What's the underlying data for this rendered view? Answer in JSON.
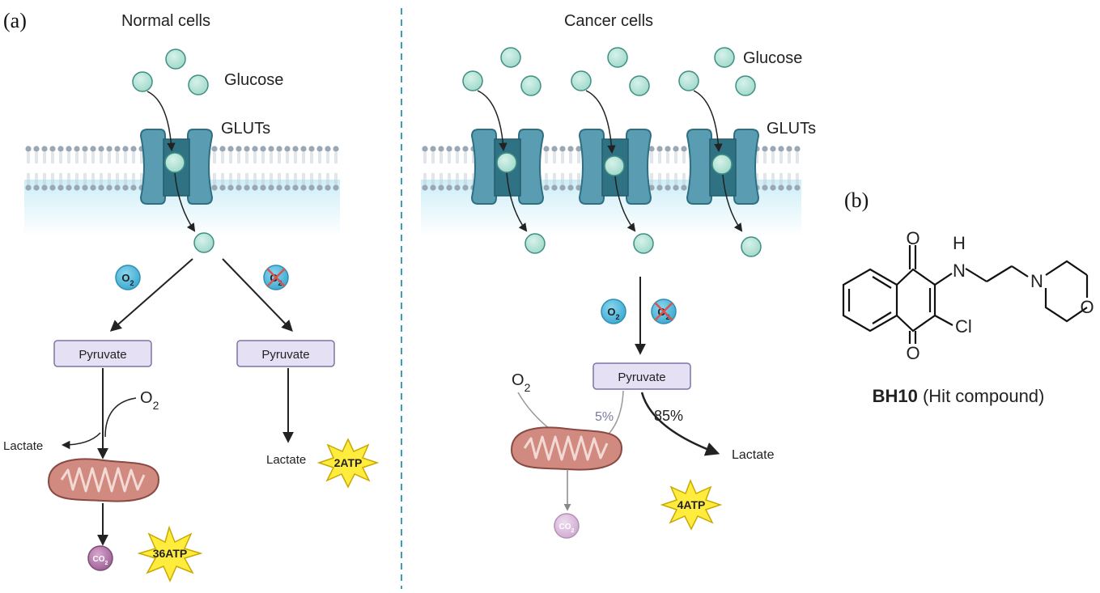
{
  "panel_a": {
    "label": "(a)",
    "normal": {
      "title": "Normal cells",
      "glucose": "Glucose",
      "gluts": "GLUTs",
      "o2_badge": "O2",
      "no_o2_badge": "O2",
      "pyruvate_aerobic": "Pyruvate",
      "pyruvate_anaerobic": "Pyruvate",
      "o2_label": "O2",
      "lactate_aerobic": "Lactate",
      "lactate_anaerobic": "Lactate",
      "co2": "CO2",
      "atp_aerobic": "36ATP",
      "atp_anaerobic": "2ATP"
    },
    "cancer": {
      "title": "Cancer cells",
      "glucose": "Glucose",
      "gluts": "GLUTs",
      "o2_badge": "O2",
      "no_o2_badge": "O2",
      "pyruvate": "Pyruvate",
      "o2_label": "O2",
      "pct_mito": "5%",
      "pct_lactate": "85%",
      "lactate": "Lactate",
      "co2": "CO2",
      "atp": "4ATP"
    }
  },
  "panel_b": {
    "label": "(b)",
    "compound_bold": "BH10",
    "compound_rest": " (Hit compound)",
    "atoms": {
      "o_top": "O",
      "o_bottom": "O",
      "nh_h": "H",
      "nh_n": "N",
      "cl": "Cl",
      "n_morph": "N",
      "o_morph": "O"
    }
  },
  "colors": {
    "glucose_fill": "#a9dfd3",
    "glucose_stroke": "#3f8f84",
    "transporter": "#4f93a8",
    "transporter_dark": "#2f6f82",
    "membrane_head": "#9aa7b4",
    "pyruvate_box": "#e6e0f4",
    "o2_badge": "#4fb8d8",
    "mito": "#c9756b",
    "co2": "#b07aa8",
    "atp_star": "#ffec3d",
    "divider": "#3aa0b8"
  }
}
